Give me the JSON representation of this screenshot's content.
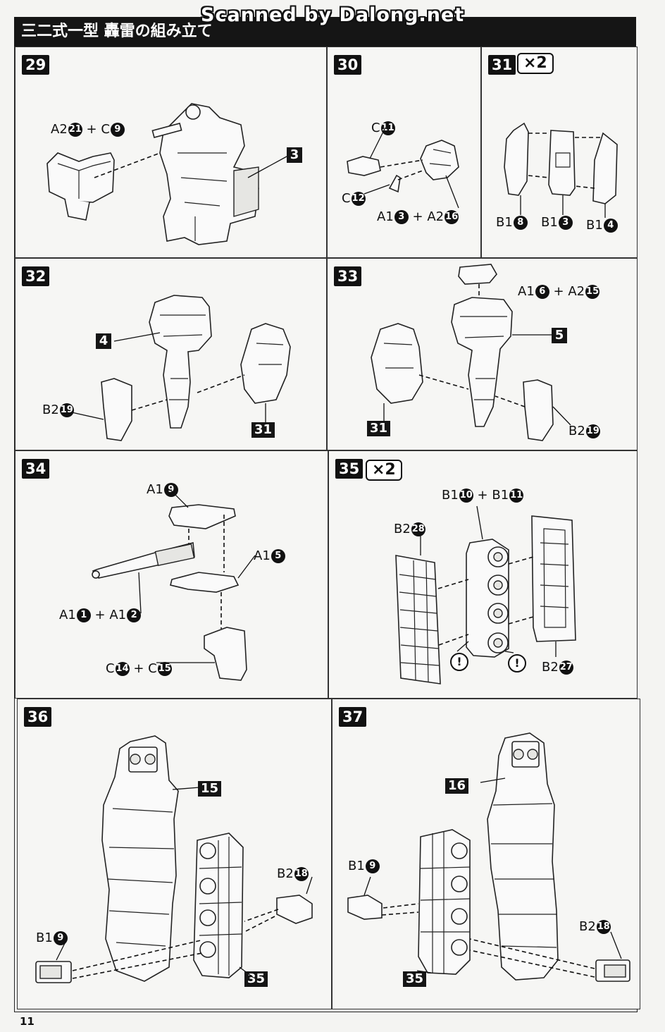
{
  "watermark": "Scanned by Dalong.net",
  "header": {
    "title": "三二式一型 轟雷の組み立て"
  },
  "page_number": "11",
  "steps": {
    "s29": {
      "num": "29",
      "formula_a": "A2",
      "formula_a_n": "21",
      "plus": "+",
      "formula_b": "C",
      "formula_b_n": "9",
      "ref": "3"
    },
    "s30": {
      "num": "30",
      "c11": "C",
      "c11_n": "11",
      "c12": "C",
      "c12_n": "12",
      "fa": "A1",
      "fa_n": "3",
      "plus": "+",
      "fb": "A2",
      "fb_n": "16"
    },
    "s31": {
      "num": "31",
      "mult": "×2",
      "p1": "B1",
      "p1_n": "8",
      "p2": "B1",
      "p2_n": "3",
      "p3": "B1",
      "p3_n": "4"
    },
    "s32": {
      "num": "32",
      "ref_a": "4",
      "ref_b": "31",
      "part": "B2",
      "part_n": "19"
    },
    "s33": {
      "num": "33",
      "fa": "A1",
      "fa_n": "6",
      "plus": "+",
      "fb": "A2",
      "fb_n": "15",
      "ref_a": "5",
      "ref_b": "31",
      "part": "B2",
      "part_n": "19"
    },
    "s34": {
      "num": "34",
      "top": "A1",
      "top_n": "9",
      "mid": "A1",
      "mid_n": "5",
      "ga": "A1",
      "ga_n": "1",
      "plus1": "+",
      "gb": "A1",
      "gb_n": "2",
      "ca": "C",
      "ca_n": "14",
      "plus2": "+",
      "cb": "C",
      "cb_n": "15"
    },
    "s35": {
      "num": "35",
      "mult": "×2",
      "fa": "B1",
      "fa_n": "10",
      "plus": "+",
      "fb": "B1",
      "fb_n": "11",
      "left": "B2",
      "left_n": "28",
      "right": "B2",
      "right_n": "27",
      "warn": "!"
    },
    "s36": {
      "num": "36",
      "ref_a": "15",
      "ref_b": "35",
      "pa": "B2",
      "pa_n": "18",
      "pb": "B1",
      "pb_n": "9"
    },
    "s37": {
      "num": "37",
      "ref_a": "16",
      "ref_b": "35",
      "pa": "B1",
      "pa_n": "9",
      "pb": "B2",
      "pb_n": "18"
    }
  }
}
